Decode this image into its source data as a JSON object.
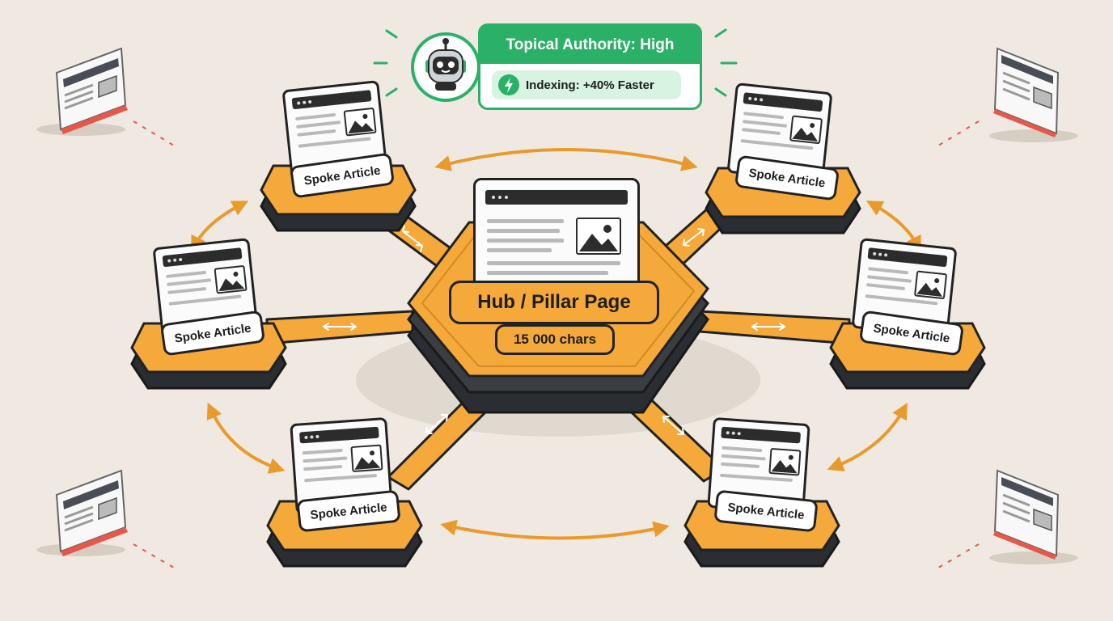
{
  "hub": {
    "title": "Hub / Pillar Page",
    "chars": "15 000 chars"
  },
  "spokes": [
    {
      "label": "Spoke Article"
    },
    {
      "label": "Spoke Article"
    },
    {
      "label": "Spoke Article"
    },
    {
      "label": "Spoke Article"
    },
    {
      "label": "Spoke Article"
    },
    {
      "label": "Spoke Article"
    }
  ],
  "ai_badge": {
    "authority": "Topical Authority: High",
    "indexing": "Indexing: +40% Faster"
  },
  "colors": {
    "background": "#efe9e1",
    "accent_orange": "#f4a93a",
    "accent_green": "#2bb067",
    "outline": "#222222",
    "corner_accent": "#e8574b"
  },
  "icons": [
    "robot-icon",
    "lightning-icon",
    "image-icon",
    "double-arrow-icon",
    "laptop-icon"
  ]
}
